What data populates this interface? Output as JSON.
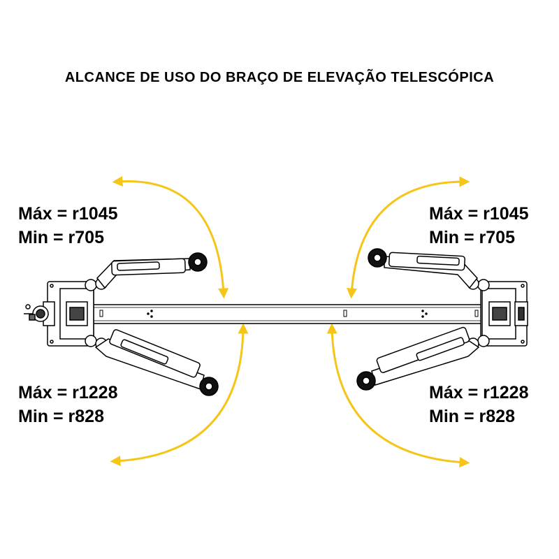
{
  "title": "ALCANCE DE USO DO BRAÇO DE ELEVAÇÃO TELESCÓPICA",
  "labels": {
    "top_left": {
      "max": "Máx = r1045",
      "min": "Min = r705"
    },
    "top_right": {
      "max": "Máx = r1045",
      "min": "Min = r705"
    },
    "bottom_left": {
      "max": "Máx = r1228",
      "min": "Min = r828"
    },
    "bottom_right": {
      "max": "Máx = r1228",
      "min": "Min = r828"
    }
  },
  "colors": {
    "arrow": "#F5C518",
    "line": "#000000"
  },
  "icons": [
    "curved-double-arrow-icon",
    "swing-arm-icon",
    "lift-pad-icon"
  ]
}
